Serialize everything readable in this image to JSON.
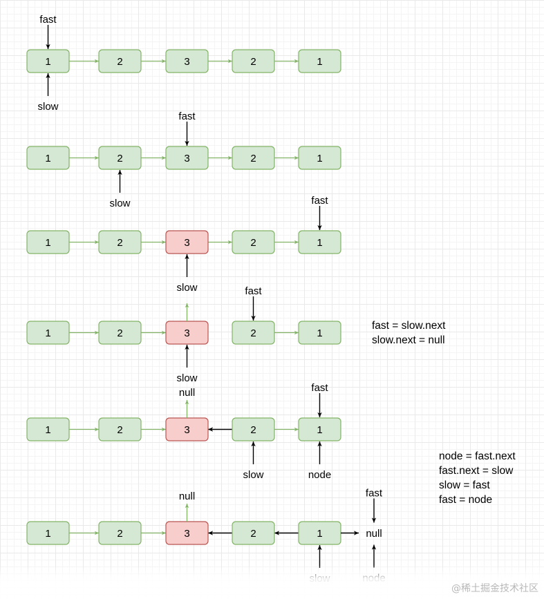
{
  "colors": {
    "node_fill": "#d5e8d4",
    "node_stroke": "#82b366",
    "highlight_fill": "#f8cecc",
    "highlight_stroke": "#b85450",
    "green_arrow": "#82b366",
    "black_arrow": "#000000"
  },
  "rows": [
    {
      "nodes": [
        {
          "label": "1",
          "highlight": false
        },
        {
          "label": "2",
          "highlight": false
        },
        {
          "label": "3",
          "highlight": false
        },
        {
          "label": "2",
          "highlight": false
        },
        {
          "label": "1",
          "highlight": false
        }
      ],
      "links": [
        {
          "from": 0,
          "to": 1,
          "dir": "forward"
        },
        {
          "from": 1,
          "to": 2,
          "dir": "forward"
        },
        {
          "from": 2,
          "to": 3,
          "dir": "forward"
        },
        {
          "from": 3,
          "to": 4,
          "dir": "forward"
        }
      ],
      "pointers": [
        {
          "label": "fast",
          "node": 0,
          "side": "top"
        },
        {
          "label": "slow",
          "node": 0,
          "side": "bottom"
        }
      ]
    },
    {
      "nodes": [
        {
          "label": "1",
          "highlight": false
        },
        {
          "label": "2",
          "highlight": false
        },
        {
          "label": "3",
          "highlight": false
        },
        {
          "label": "2",
          "highlight": false
        },
        {
          "label": "1",
          "highlight": false
        }
      ],
      "links": [
        {
          "from": 0,
          "to": 1,
          "dir": "forward"
        },
        {
          "from": 1,
          "to": 2,
          "dir": "forward"
        },
        {
          "from": 2,
          "to": 3,
          "dir": "forward"
        },
        {
          "from": 3,
          "to": 4,
          "dir": "forward"
        }
      ],
      "pointers": [
        {
          "label": "fast",
          "node": 2,
          "side": "top"
        },
        {
          "label": "slow",
          "node": 1,
          "side": "bottom"
        }
      ]
    },
    {
      "nodes": [
        {
          "label": "1",
          "highlight": false
        },
        {
          "label": "2",
          "highlight": false
        },
        {
          "label": "3",
          "highlight": true
        },
        {
          "label": "2",
          "highlight": false
        },
        {
          "label": "1",
          "highlight": false
        }
      ],
      "links": [
        {
          "from": 0,
          "to": 1,
          "dir": "forward"
        },
        {
          "from": 1,
          "to": 2,
          "dir": "forward"
        },
        {
          "from": 2,
          "to": 3,
          "dir": "forward"
        },
        {
          "from": 3,
          "to": 4,
          "dir": "forward"
        }
      ],
      "pointers": [
        {
          "label": "fast",
          "node": 4,
          "side": "top"
        },
        {
          "label": "slow",
          "node": 2,
          "side": "bottom"
        }
      ]
    },
    {
      "nodes": [
        {
          "label": "1",
          "highlight": false
        },
        {
          "label": "2",
          "highlight": false
        },
        {
          "label": "3",
          "highlight": true
        },
        {
          "label": "2",
          "highlight": false
        },
        {
          "label": "1",
          "highlight": false
        }
      ],
      "links": [
        {
          "from": 0,
          "to": 1,
          "dir": "forward"
        },
        {
          "from": 1,
          "to": 2,
          "dir": "forward"
        },
        {
          "from": 3,
          "to": 4,
          "dir": "forward"
        }
      ],
      "up_arrow_node": 2,
      "up_label": "",
      "pointers": [
        {
          "label": "fast",
          "node": 3,
          "side": "top"
        },
        {
          "label": "slow",
          "node": 2,
          "side": "bottom"
        }
      ],
      "code": [
        "fast = slow.next",
        "slow.next = null"
      ]
    },
    {
      "nodes": [
        {
          "label": "1",
          "highlight": false
        },
        {
          "label": "2",
          "highlight": false
        },
        {
          "label": "3",
          "highlight": true
        },
        {
          "label": "2",
          "highlight": false
        },
        {
          "label": "1",
          "highlight": false
        }
      ],
      "links": [
        {
          "from": 0,
          "to": 1,
          "dir": "forward"
        },
        {
          "from": 1,
          "to": 2,
          "dir": "forward"
        },
        {
          "from": 2,
          "to": 3,
          "dir": "backward"
        },
        {
          "from": 3,
          "to": 4,
          "dir": "forward"
        }
      ],
      "up_arrow_node": 2,
      "up_label": "null",
      "pointers": [
        {
          "label": "fast",
          "node": 4,
          "side": "top"
        },
        {
          "label": "slow",
          "node": 3,
          "side": "bottom"
        },
        {
          "label": "node",
          "node": 4,
          "side": "bottom"
        }
      ],
      "code": [
        "node = fast.next",
        "fast.next = slow",
        "slow = fast",
        "fast = node"
      ]
    },
    {
      "nodes": [
        {
          "label": "1",
          "highlight": false
        },
        {
          "label": "2",
          "highlight": false
        },
        {
          "label": "3",
          "highlight": true
        },
        {
          "label": "2",
          "highlight": false
        },
        {
          "label": "1",
          "highlight": false
        }
      ],
      "links": [
        {
          "from": 0,
          "to": 1,
          "dir": "forward"
        },
        {
          "from": 1,
          "to": 2,
          "dir": "forward"
        },
        {
          "from": 2,
          "to": 3,
          "dir": "backward"
        },
        {
          "from": 3,
          "to": 4,
          "dir": "backward"
        }
      ],
      "up_arrow_node": 2,
      "up_label": "null",
      "tail_label": "null",
      "pointers": [
        {
          "label": "slow",
          "node": 4,
          "side": "bottom"
        },
        {
          "label": "fast",
          "node": "tail",
          "side": "top"
        },
        {
          "label": "node",
          "node": "tail",
          "side": "bottom"
        }
      ]
    }
  ],
  "watermark": "@稀土掘金技术社区"
}
